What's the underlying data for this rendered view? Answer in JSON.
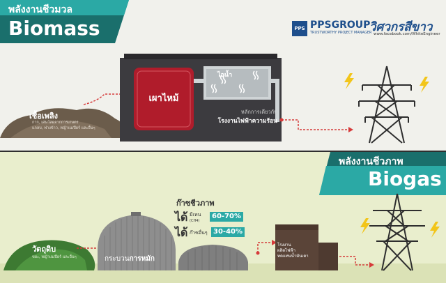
{
  "biomass": {
    "title_th": "พลังงานชีวมวล",
    "title_en": "Biomass",
    "fuel_title": "เชื้อเพลิง",
    "fuel_desc_1": "กาก, เศษวัสดุจากการเกษตร",
    "fuel_desc_2": "แกลบ, ฟางข้าว, หญ้าเนเปียร์ และอื่นๆ",
    "burn_label": "เผาไหม้",
    "steam_label": "ไอน้ำ",
    "principle_1": "หลักการเดียวกับ",
    "principle_2": "โรงงานไฟฟ้าความร้อน"
  },
  "brand": {
    "pps_name": "PPSGROUP",
    "pps_tagline": "TRUSTWORTHY PROJECT MANAGER",
    "pps_logo": "PPS",
    "we_name": "วิศวกรสีขาว",
    "we_url": "www.facebook.com/WhiteEngineer"
  },
  "biogas": {
    "title_th": "พลังงานชีวภาพ",
    "title_en": "Biogas",
    "material_title": "วัตถุดิบ",
    "material_desc": "ขยะ, หญ้าเนเปียร์ และอื่นๆ",
    "digest_prefix": "กระบวน",
    "digest_bold": "การหมัก",
    "gas_title": "ก๊าซชีวภาพ",
    "get_1": "ได้",
    "methane_label": "มีเทน",
    "methane_formula": "(CH4)",
    "methane_pct": "60-70%",
    "get_2": "ได้",
    "other_label": "ก๊าซอื่นๆ",
    "other_pct": "30-40%",
    "plant_1": "โรงงาน",
    "plant_2": "ผลิตไฟฟ้า",
    "plant_3": "ทดแทนน้ำมันเตา"
  },
  "colors": {
    "teal": "#2ba9a5",
    "dark_teal": "#1a6f6c",
    "furnace_red": "#b01c2b",
    "building_dark": "#3c3b3f",
    "dome_gray": "#9a9a9a",
    "arrow_red": "#d63a3a"
  }
}
